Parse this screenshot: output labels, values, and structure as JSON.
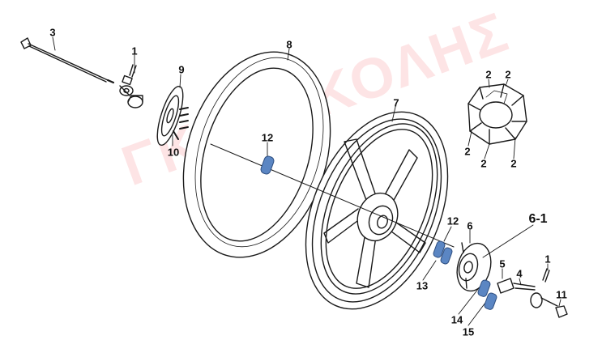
{
  "watermark": "ΓΚΟΡΓΚΟΛΗΣ",
  "colors": {
    "line": "#1a1a1a",
    "bearing": "#5b86c3",
    "watermark": "#f05a5f"
  },
  "callouts": {
    "p1_top": "1",
    "p2_a": "2",
    "p2_b": "2",
    "p2_c": "2",
    "p2_d": "2",
    "p2_e": "2",
    "p3": "3",
    "p4": "4",
    "p5": "5",
    "p6": "6",
    "p6_1": "6-1",
    "p7": "7",
    "p8": "8",
    "p9": "9",
    "p10": "10",
    "p11": "11",
    "p12_top": "12",
    "p12_right": "12",
    "p13": "13",
    "p14": "14",
    "p15": "15",
    "p1_right": "1"
  }
}
